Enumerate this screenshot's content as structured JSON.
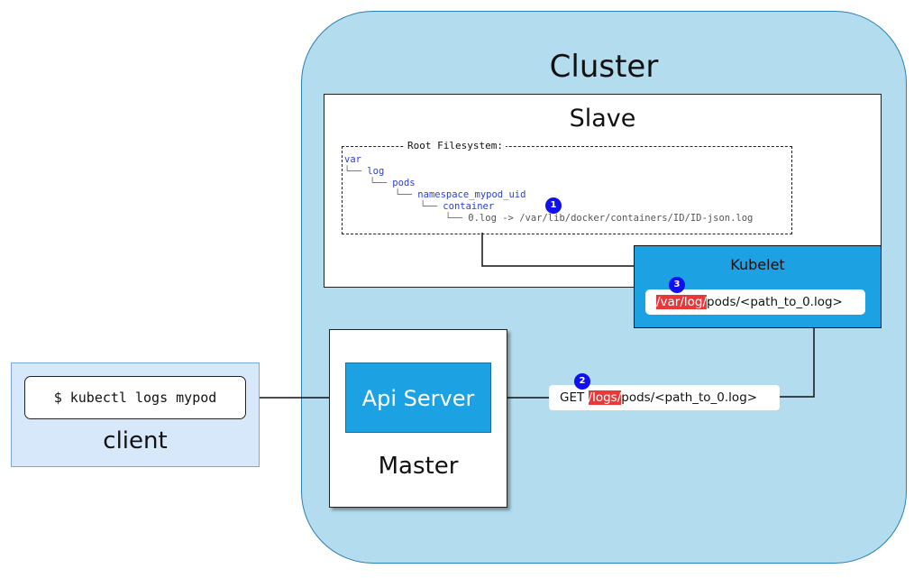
{
  "cluster": {
    "title": "Cluster"
  },
  "slave": {
    "title": "Slave",
    "rootfs_label": "Root Filesystem:",
    "tree": {
      "var": "var",
      "log": "log",
      "pods": "pods",
      "pod_uid": "namespace_mypod_uid",
      "container": "container",
      "file": "0.log",
      "symlink": "-> /var/lib/docker/containers/ID/ID-json.log",
      "branch": "└──"
    }
  },
  "kubelet": {
    "title": "Kubelet",
    "path_highlight": "/var/log/",
    "path_rest": "pods/<path_to_0.log>"
  },
  "master": {
    "title": "Master",
    "api_server": "Api Server"
  },
  "client": {
    "title": "client",
    "command": "$ kubectl logs mypod"
  },
  "request": {
    "method": "GET",
    "path_highlight": "/logs/",
    "path_rest": "pods/<path_to_0.log>"
  },
  "badges": {
    "one": "1",
    "two": "2",
    "three": "3"
  },
  "colors": {
    "cluster_fill": "#b3dcef",
    "component_blue": "#1ca1e3",
    "client_fill": "#d8e8fb",
    "highlight_red": "#e8383a",
    "badge_blue": "#1010ee",
    "dir_blue": "#2d3fd0"
  }
}
